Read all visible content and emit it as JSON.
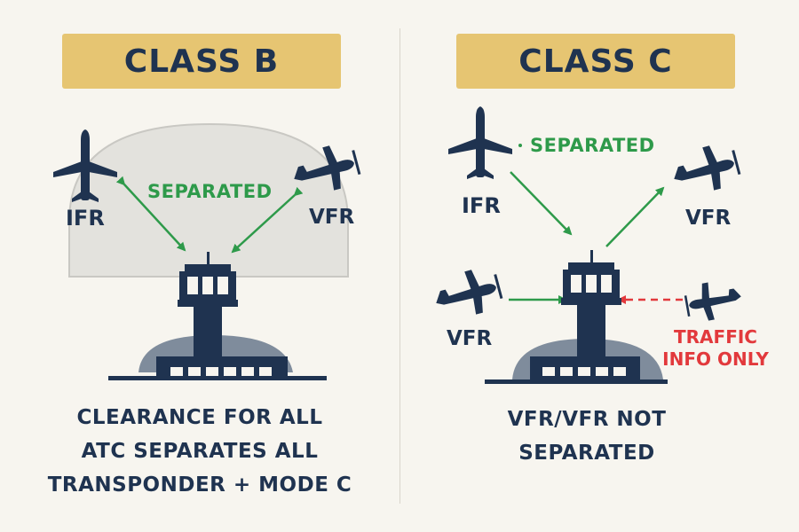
{
  "class_b": {
    "title": "CLASS B",
    "ifr_label": "IFR",
    "vfr_label": "VFR",
    "separated_label": "SEPARATED",
    "rules": [
      "CLEARANCE FOR ALL",
      "ATC SEPARATES ALL",
      "TRANSPONDER + MODE C"
    ]
  },
  "class_c": {
    "title": "CLASS C",
    "ifr_label": "IFR",
    "vfr_top_label": "VFR",
    "vfr_bottom_label": "VFR",
    "separated_label": "SEPARATED",
    "traffic_lines": [
      "TRAFFIC",
      "INFO ONLY"
    ],
    "rules": [
      "VFR/VFR NOT",
      "SEPARATED"
    ]
  },
  "colors": {
    "banner": "#e6c572",
    "navy": "#1f3350",
    "separation_green": "#2e9a4a",
    "traffic_red": "#e2393c",
    "dome": "#e3e2dd"
  },
  "icons": [
    "airliner-icon",
    "prop-plane-icon",
    "control-tower-icon"
  ]
}
